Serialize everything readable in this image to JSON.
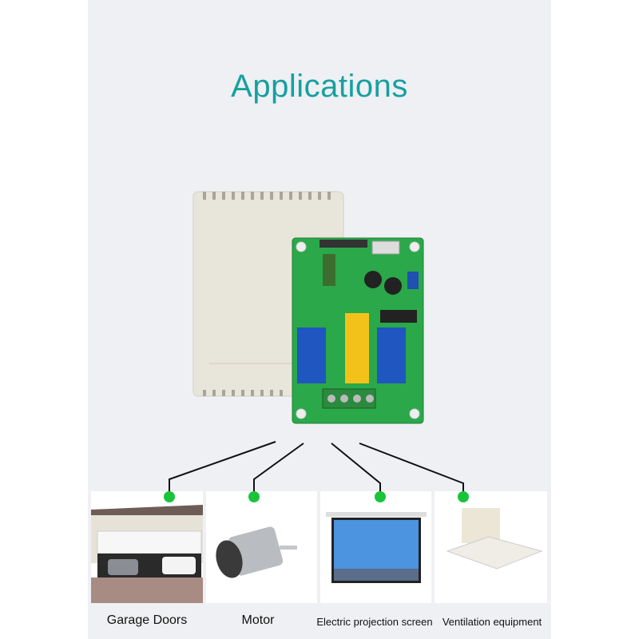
{
  "title": "Applications",
  "accent_color": "#17a0a0",
  "connector_dot_color": "#19c43a",
  "applications": [
    {
      "label": "Garage Doors",
      "icon": "garage-door-image"
    },
    {
      "label": "Motor",
      "icon": "motor-image"
    },
    {
      "label": "Electric projection screen",
      "icon": "projection-screen-image"
    },
    {
      "label": "Ventilation equipment",
      "icon": "ventilation-fan-image"
    }
  ]
}
